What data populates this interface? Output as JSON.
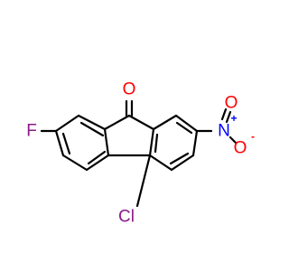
{
  "molecule": {
    "atoms": {
      "oxygen_ketone": {
        "symbol": "O",
        "color": "#ff0000"
      },
      "fluorine": {
        "symbol": "F",
        "color": "#8b1a8b"
      },
      "chlorine": {
        "symbol": "Cl",
        "color": "#8b1a8b"
      },
      "nitro_nitrogen": {
        "symbol": "N",
        "color": "#0000ff"
      },
      "nitro_charge_plus": {
        "symbol": "+",
        "color": "#0000ff"
      },
      "nitro_oxygen_top": {
        "symbol": "O",
        "color": "#ff0000"
      },
      "nitro_oxygen_bottom": {
        "symbol": "O",
        "color": "#ff0000"
      },
      "nitro_charge_minus": {
        "symbol": "-",
        "color": "#ff0000"
      }
    },
    "bond_color": "#000000"
  }
}
